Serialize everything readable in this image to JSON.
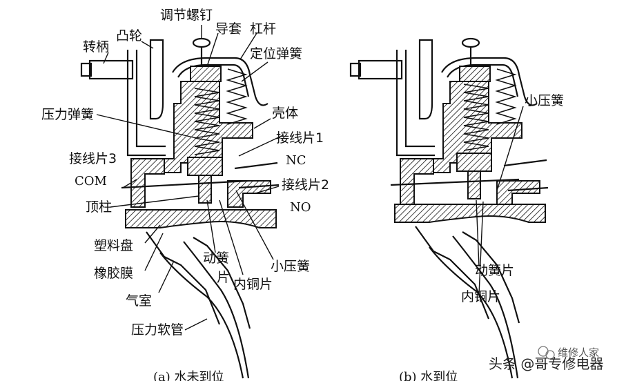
{
  "left_diagram": {
    "labels": {
      "adjust_screw": "调节螺钉",
      "guide_sleeve": "导套",
      "lever": "杠杆",
      "positioning_spring": "定位弹簧",
      "handle": "转柄",
      "cam": "凸轮",
      "pressure_spring": "压力弹簧",
      "shell": "壳体",
      "terminal_1": "接线片1",
      "nc": "NC",
      "terminal_3": "接线片3",
      "com": "COM",
      "terminal_2": "接线片2",
      "no": "NO",
      "ejector_pin": "顶柱",
      "plastic_disc": "塑料盘",
      "rubber_membrane": "橡胶膜",
      "air_chamber": "气室",
      "pressure_hose": "压力软管",
      "moving_reed_a": "动簧",
      "moving_reed_b": "片",
      "inner_copper": "内铜片",
      "small_spring": "小压簧"
    },
    "caption": "(a) 水未到位"
  },
  "right_diagram": {
    "labels": {
      "small_spring": "小压簧",
      "moving_reed": "动簧片",
      "inner_copper": "内铜片"
    },
    "caption": "(b) 水到位"
  },
  "watermark": {
    "brand": "维修人家",
    "author": "头条 @哥专修电器"
  }
}
